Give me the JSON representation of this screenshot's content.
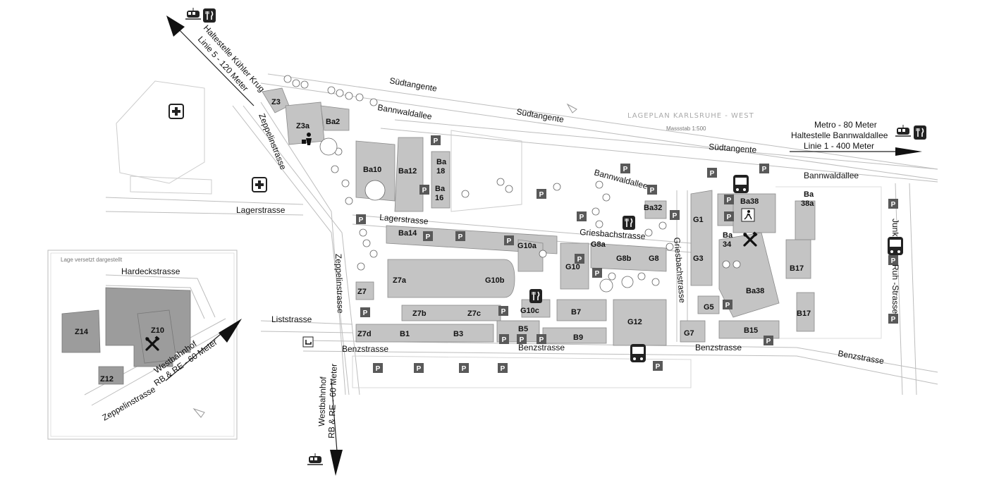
{
  "map": {
    "title": "LAGEPLAN KARLSRUHE - WEST",
    "scale": "Massstab 1:500",
    "inset_note": "Lage versetzt dargestellt"
  },
  "streets": {
    "suedtangente_1": "Südtangente",
    "suedtangente_2": "Südtangente",
    "suedtangente_3": "Südtangente",
    "bannwaldallee_1": "Bannwaldallee",
    "bannwaldallee_2": "Bannwaldallee",
    "bannwaldallee_3": "Bannwaldallee",
    "zeppelinstrasse_1": "Zeppelinstrasse",
    "zeppelinstrasse_2": "Zeppelinstrasse",
    "zeppelinstrasse_inset": "Zeppelinstrasse",
    "lagerstrasse_1": "Lagerstrasse",
    "lagerstrasse_2": "Lagerstrasse",
    "griesbachstrasse_1": "Griesbachstrasse",
    "griesbachstrasse_2": "Griesbachstrasse",
    "liststrasse": "Liststrasse",
    "benzstrasse_1": "Benzstrasse",
    "benzstrasse_2": "Benzstrasse",
    "benzstrasse_3": "Benzstrasse",
    "benzstrasse_4": "Benzstrasse",
    "hardeckstrasse": "Hardeckstrasse",
    "junkers": "Junk",
    "ruhstrasse": "Ruh -Strasse"
  },
  "directions": {
    "kuehler_krug_1": "Haltestelle Kühler Krug",
    "kuehler_krug_2": "Linie 5 - 120 Meter",
    "metro_1": "Metro - 80 Meter",
    "metro_2": "Haltestelle Bannwaldallee",
    "metro_3": "Linie 1 - 400 Meter",
    "westbahnhof_1": "Westbahnhof",
    "westbahnhof_2": "RB & RE - 60 Meter",
    "westbahnhof_inset_1": "Westbahnhof",
    "westbahnhof_inset_2": "RB & RE - 60 Meter"
  },
  "buildings": {
    "Z3": "Z3",
    "Z3a": "Z3a",
    "Ba2": "Ba2",
    "Ba10": "Ba10",
    "Ba12": "Ba12",
    "Ba18a": "Ba",
    "Ba18b": "18",
    "Ba16a": "Ba",
    "Ba16b": "16",
    "Ba14": "Ba14",
    "G10a": "G10a",
    "G8a": "G8a",
    "G10": "G10",
    "G8b": "G8b",
    "G8": "G8",
    "Ba32": "Ba32",
    "G1": "G1",
    "G3": "G3",
    "Ba34a": "Ba",
    "Ba34b": "34",
    "Ba38": "Ba38",
    "Ba38b": "Ba38",
    "Ba38a_1": "Ba",
    "Ba38a_2": "38a",
    "B17": "B17",
    "B17b": "B17",
    "Z7": "Z7",
    "Z7a": "Z7a",
    "G10b": "G10b",
    "Z7b": "Z7b",
    "Z7c": "Z7c",
    "G10c": "G10c",
    "B7": "B7",
    "G12": "G12",
    "G5": "G5",
    "G7": "G7",
    "B15": "B15",
    "Z7d": "Z7d",
    "B1": "B1",
    "B3": "B3",
    "B5": "B5",
    "B9": "B9",
    "Z14": "Z14",
    "Z10": "Z10",
    "Z12": "Z12"
  },
  "parking_label": "P",
  "icons": [
    "tram-icon",
    "restaurant-icon",
    "first-aid-icon",
    "bus-icon",
    "workshop-icon",
    "info-person-icon",
    "exit-person-icon",
    "direction-arrow-icon"
  ]
}
